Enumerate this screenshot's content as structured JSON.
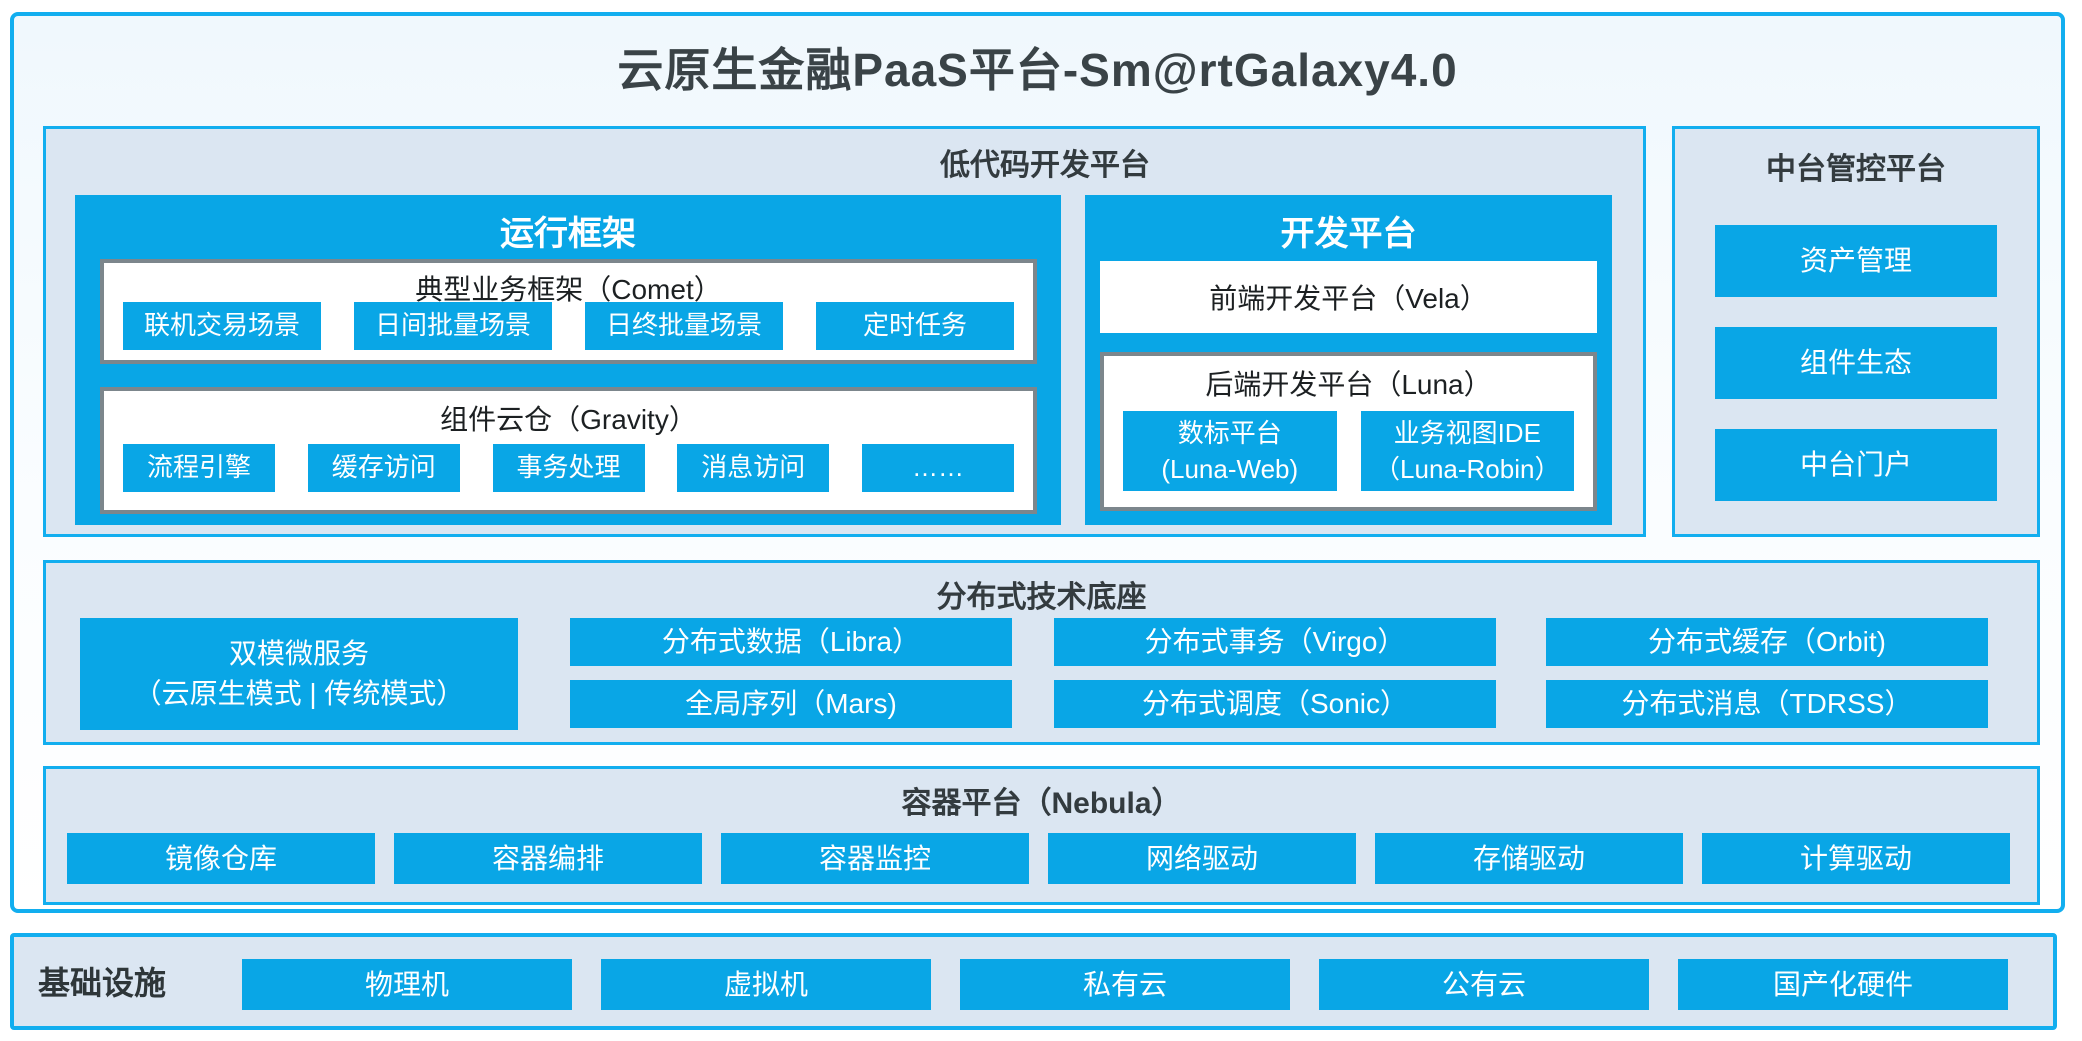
{
  "title": "云原生金融PaaS平台-Sm@rtGalaxy4.0",
  "colors": {
    "accent_blue": "#09a6e6",
    "border_cyan": "#12aeef",
    "panel_background": "#dbe6f2",
    "gray_box_border": "#7c868c",
    "title_text": "#3a4347"
  },
  "lowcode": {
    "label": "低代码开发平台",
    "runtime": {
      "title": "运行框架",
      "comet": {
        "title": "典型业务框架（Comet）",
        "items": [
          "联机交易场景",
          "日间批量场景",
          "日终批量场景",
          "定时任务"
        ]
      },
      "gravity": {
        "title": "组件云仓（Gravity）",
        "items": [
          "流程引擎",
          "缓存访问",
          "事务处理",
          "消息访问",
          "……"
        ]
      }
    },
    "dev": {
      "title": "开发平台",
      "vela": "前端开发平台（Vela）",
      "luna": {
        "title": "后端开发平台（Luna）",
        "items": [
          {
            "line1": "数标平台",
            "line2": "(Luna-Web)"
          },
          {
            "line1": "业务视图IDE",
            "line2": "（Luna-Robin）"
          }
        ]
      }
    }
  },
  "midplatform": {
    "label": "中台管控平台",
    "items": [
      "资产管理",
      "组件生态",
      "中台门户"
    ]
  },
  "distributed": {
    "label": "分布式技术底座",
    "dual": {
      "line1": "双模微服务",
      "line2": "（云原生模式 | 传统模式）"
    },
    "grid": [
      [
        "分布式数据（Libra）",
        "全局序列（Mars)"
      ],
      [
        "分布式事务（Virgo）",
        "分布式调度（Sonic）"
      ],
      [
        "分布式缓存（Orbit)",
        "分布式消息（TDRSS）"
      ]
    ]
  },
  "container_platform": {
    "label": "容器平台（Nebula）",
    "items": [
      "镜像仓库",
      "容器编排",
      "容器监控",
      "网络驱动",
      "存储驱动",
      "计算驱动"
    ]
  },
  "infrastructure": {
    "label": "基础设施",
    "items": [
      "物理机",
      "虚拟机",
      "私有云",
      "公有云",
      "国产化硬件"
    ]
  }
}
